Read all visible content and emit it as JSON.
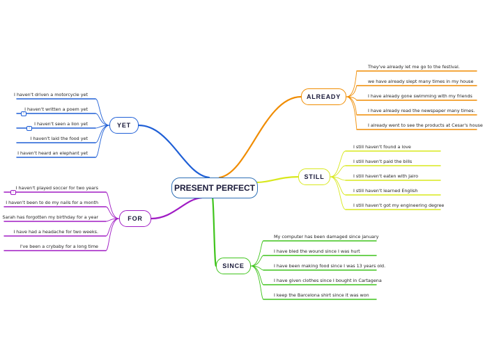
{
  "central": {
    "label": "PRESENT PERFECT",
    "color": "#2e6fb5"
  },
  "branches": {
    "already": {
      "label": "ALREADY",
      "color": "#f08c00",
      "items": [
        "They've already let me go to the festival.",
        "we have already slept many times in my house",
        "I have already gone swimming with my friends",
        "I have already read the newspaper many times.",
        "I already went to see the products at Cesar's house"
      ]
    },
    "still": {
      "label": "STILL",
      "color": "#d8e81c",
      "items": [
        "I still haven't found a love",
        "I still haven't paid the bills",
        "I still haven't eaten with Jairo",
        "I still haven't learned English",
        "I still haven't got my engineering degree"
      ]
    },
    "since": {
      "label": "SINCE",
      "color": "#3fc41c",
      "items": [
        "My computer has been damaged since january",
        "I have bled the wound since I was hurt",
        "I have been making food since I was 13 years old.",
        "I have given clothes since I bought in Cartagena",
        "I keep the Barcelona shirt since it was won"
      ]
    },
    "yet": {
      "label": "YET",
      "color": "#1f5fd6",
      "items": [
        "I haven't driven a motorcycle yet",
        "I haven't written a poem yet",
        "I haven't seen a lion yet",
        "I haven't laid the food yet",
        "I haven't heard an elephant yet"
      ],
      "flags": [
        "!",
        "!"
      ]
    },
    "for": {
      "label": "FOR",
      "color": "#a01cc4",
      "items": [
        "I haven't played soccer for two years",
        "I haven't been to do my nails for a month",
        "Sarah has forgotten my birthday for a year",
        "I have had a headache for two weeks.",
        "I've been a crybaby for a long time"
      ],
      "flags": [
        "!"
      ]
    }
  }
}
